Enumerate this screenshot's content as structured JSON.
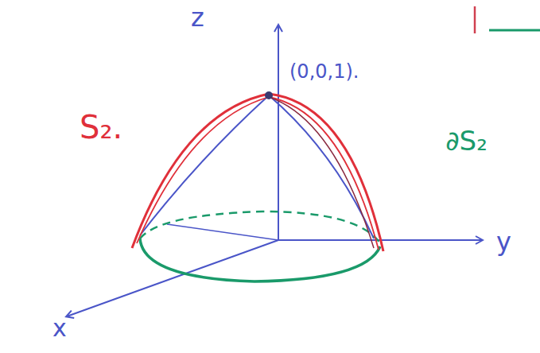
{
  "diagram": {
    "labels": [
      "z",
      "(0,0,1).",
      "S₂.",
      "∂S₂",
      "y",
      "x"
    ]
  }
}
